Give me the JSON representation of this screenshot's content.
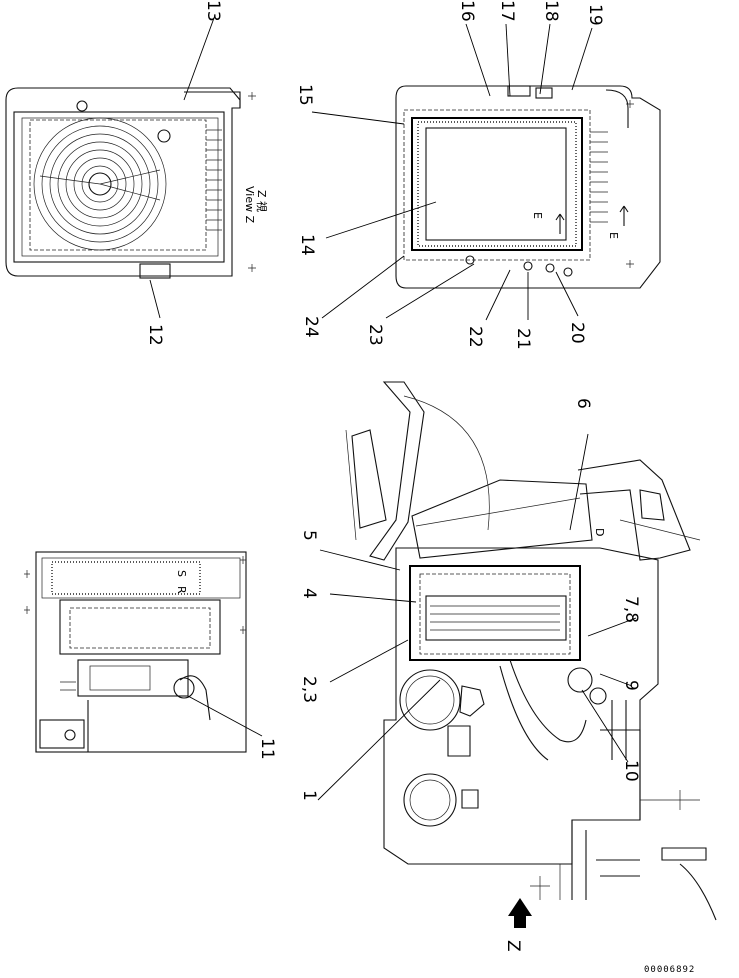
{
  "callouts": [
    {
      "id": "c1",
      "text": "1"
    },
    {
      "id": "c23",
      "text": "2,3"
    },
    {
      "id": "c4",
      "text": "4"
    },
    {
      "id": "c5",
      "text": "5"
    },
    {
      "id": "c6",
      "text": "6"
    },
    {
      "id": "c78",
      "text": "7,8"
    },
    {
      "id": "c9",
      "text": "9"
    },
    {
      "id": "c10",
      "text": "10"
    },
    {
      "id": "c11",
      "text": "11"
    },
    {
      "id": "c12",
      "text": "12"
    },
    {
      "id": "c13",
      "text": "13"
    },
    {
      "id": "c14",
      "text": "14"
    },
    {
      "id": "c15",
      "text": "15"
    },
    {
      "id": "c16",
      "text": "16"
    },
    {
      "id": "c17",
      "text": "17"
    },
    {
      "id": "c18",
      "text": "18"
    },
    {
      "id": "c19",
      "text": "19"
    },
    {
      "id": "c20",
      "text": "20"
    },
    {
      "id": "c21",
      "text": "21"
    },
    {
      "id": "c22",
      "text": "22"
    },
    {
      "id": "c23b",
      "text": "23"
    },
    {
      "id": "c24",
      "text": "24"
    }
  ],
  "view_label": {
    "jp": "Z 視",
    "en": "View Z"
  },
  "view_arrow_letter": "Z",
  "section_markers": [
    {
      "id": "e1",
      "text": "E"
    },
    {
      "id": "e2",
      "text": "E"
    }
  ],
  "part_letters": {
    "s": "S",
    "r": "R",
    "d": "D"
  },
  "drawing_number": "00006892"
}
